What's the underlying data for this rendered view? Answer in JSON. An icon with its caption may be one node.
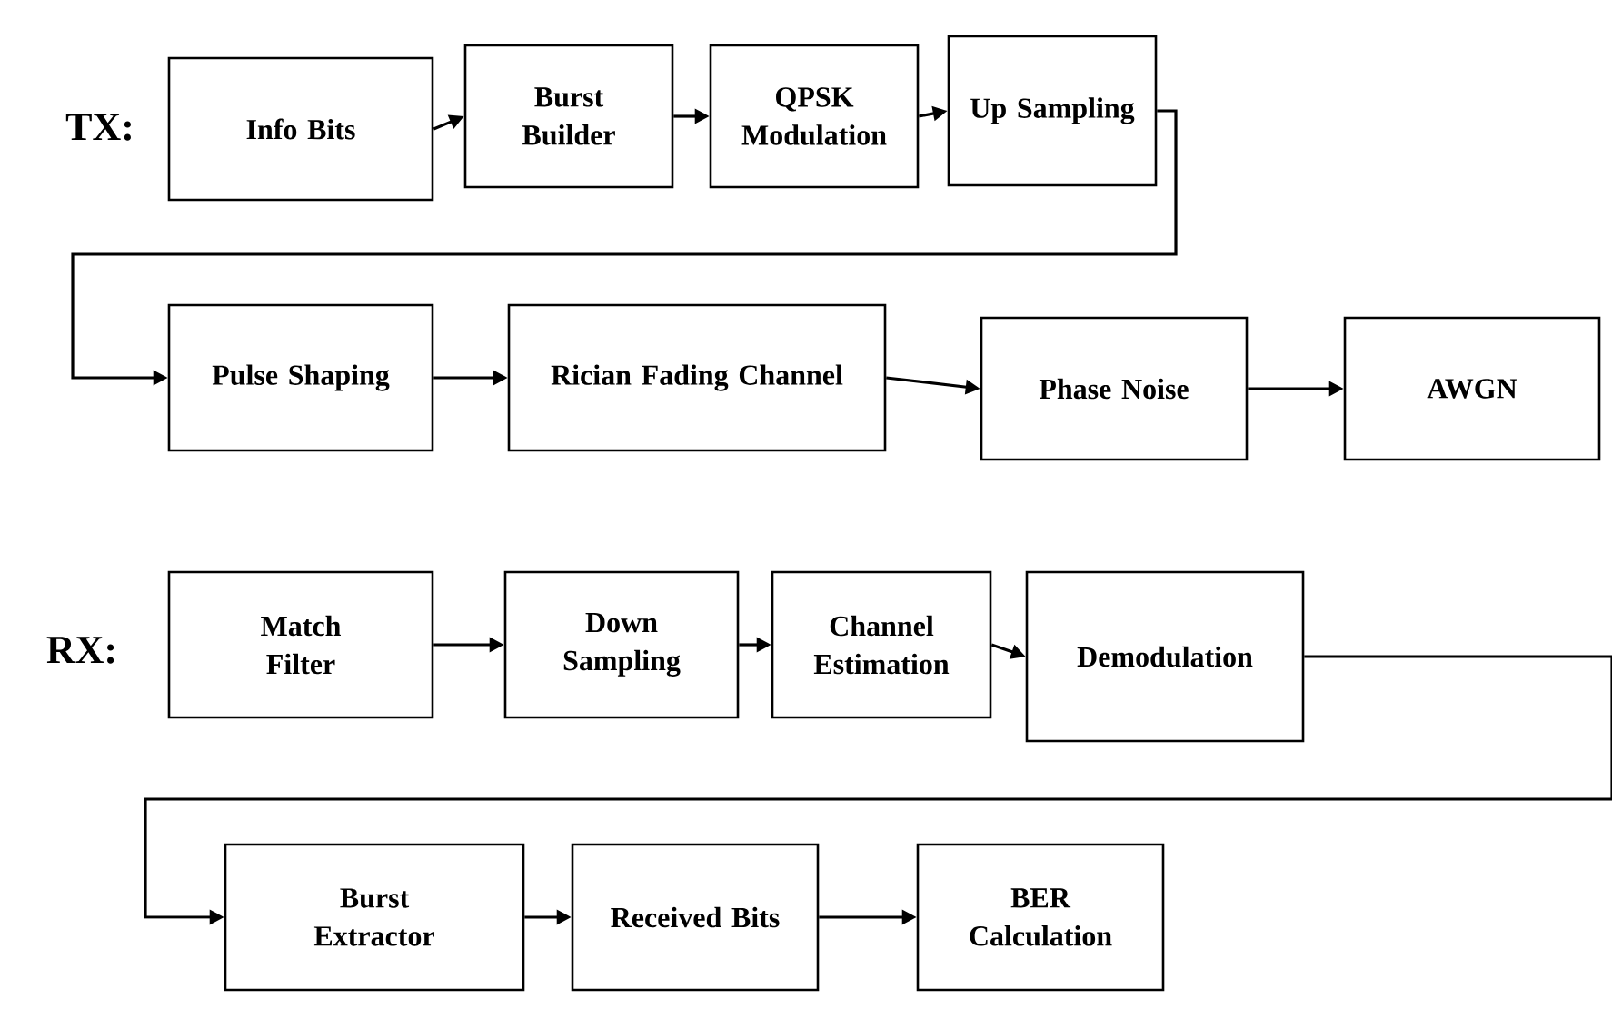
{
  "diagram": {
    "nodes": [
      {
        "text": [
          "Info Bits"
        ]
      },
      {
        "text": [
          "Burst Builder"
        ]
      },
      {
        "text": [
          "QPSK Modulation"
        ]
      },
      {
        "text": [
          "Up Sampling"
        ]
      },
      {
        "text": [
          "Pulse Shaping"
        ]
      },
      {
        "text": [
          "Rician Fading Channel"
        ]
      },
      {
        "text": [
          "Phase Noise"
        ]
      },
      {
        "text": [
          "AWGN"
        ]
      },
      {
        "text": [
          "Match Filter"
        ]
      },
      {
        "text": [
          "Down Sampling"
        ]
      },
      {
        "text": [
          "Channel Estimation"
        ]
      },
      {
        "text": [
          "Demodulation"
        ]
      },
      {
        "text": [
          "Burst Extractor"
        ]
      },
      {
        "text": [
          "Received Bits"
        ]
      },
      {
        "text": [
          "BER Calculation"
        ]
      }
    ],
    "edges": [
      {
        "from": 0,
        "to": 1,
        "arrow": "to"
      },
      {
        "from": 1,
        "to": 2,
        "arrow": "to"
      },
      {
        "from": 2,
        "to": 3,
        "arrow": "to"
      },
      {
        "from": 3,
        "to": 4,
        "arrow": "to"
      },
      {
        "from": 4,
        "to": 5,
        "arrow": "to"
      },
      {
        "from": 5,
        "to": 6,
        "arrow": "to"
      },
      {
        "from": 6,
        "to": 7,
        "arrow": "to"
      },
      {
        "from": 8,
        "to": 9,
        "arrow": "to"
      },
      {
        "from": 9,
        "to": 10,
        "arrow": "to"
      },
      {
        "from": 10,
        "to": 11,
        "arrow": "to"
      },
      {
        "from": 11,
        "to": 12,
        "arrow": "to"
      },
      {
        "from": 12,
        "to": 13,
        "arrow": "to"
      },
      {
        "from": 13,
        "to": 14,
        "arrow": "to"
      }
    ],
    "labels": [
      "TX:",
      "RX:"
    ]
  }
}
